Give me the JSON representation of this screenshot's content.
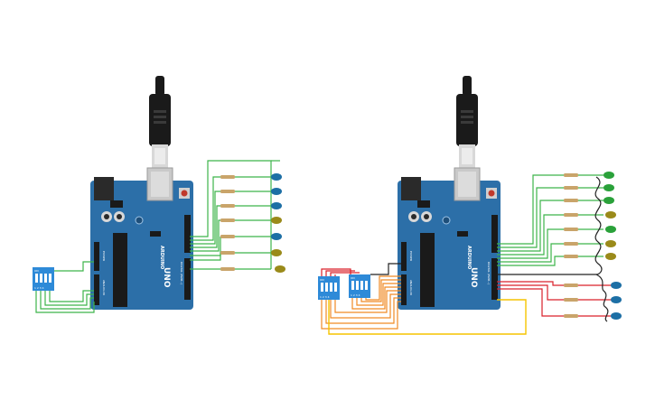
{
  "boards": [
    {
      "brand": "ARDUINO",
      "model": "UNO",
      "power": "POWER",
      "analog": "ANALOG IN",
      "digital": "DIGITAL (PWM~)",
      "switch_label": "ON",
      "switch_numbers": "1 2 3 4"
    },
    {
      "brand": "ARDUINO",
      "model": "UNO",
      "power": "POWER",
      "analog": "ANALOG IN",
      "digital": "DIGITAL (PWM~)",
      "switch_label": "ON",
      "switch_numbers": "1 2 3 4"
    }
  ],
  "colors": {
    "board": "#2c6fa8",
    "board_dark": "#1f4f7a",
    "wire_green": "#3cb54a",
    "wire_red": "#d9202a",
    "wire_orange": "#f08a24",
    "wire_yellow": "#f5c400",
    "wire_black": "#222222",
    "led_blue": "#1d6fa5",
    "led_olive": "#9a8a1a",
    "led_green": "#2aa13a",
    "switch": "#2e8ad8"
  }
}
